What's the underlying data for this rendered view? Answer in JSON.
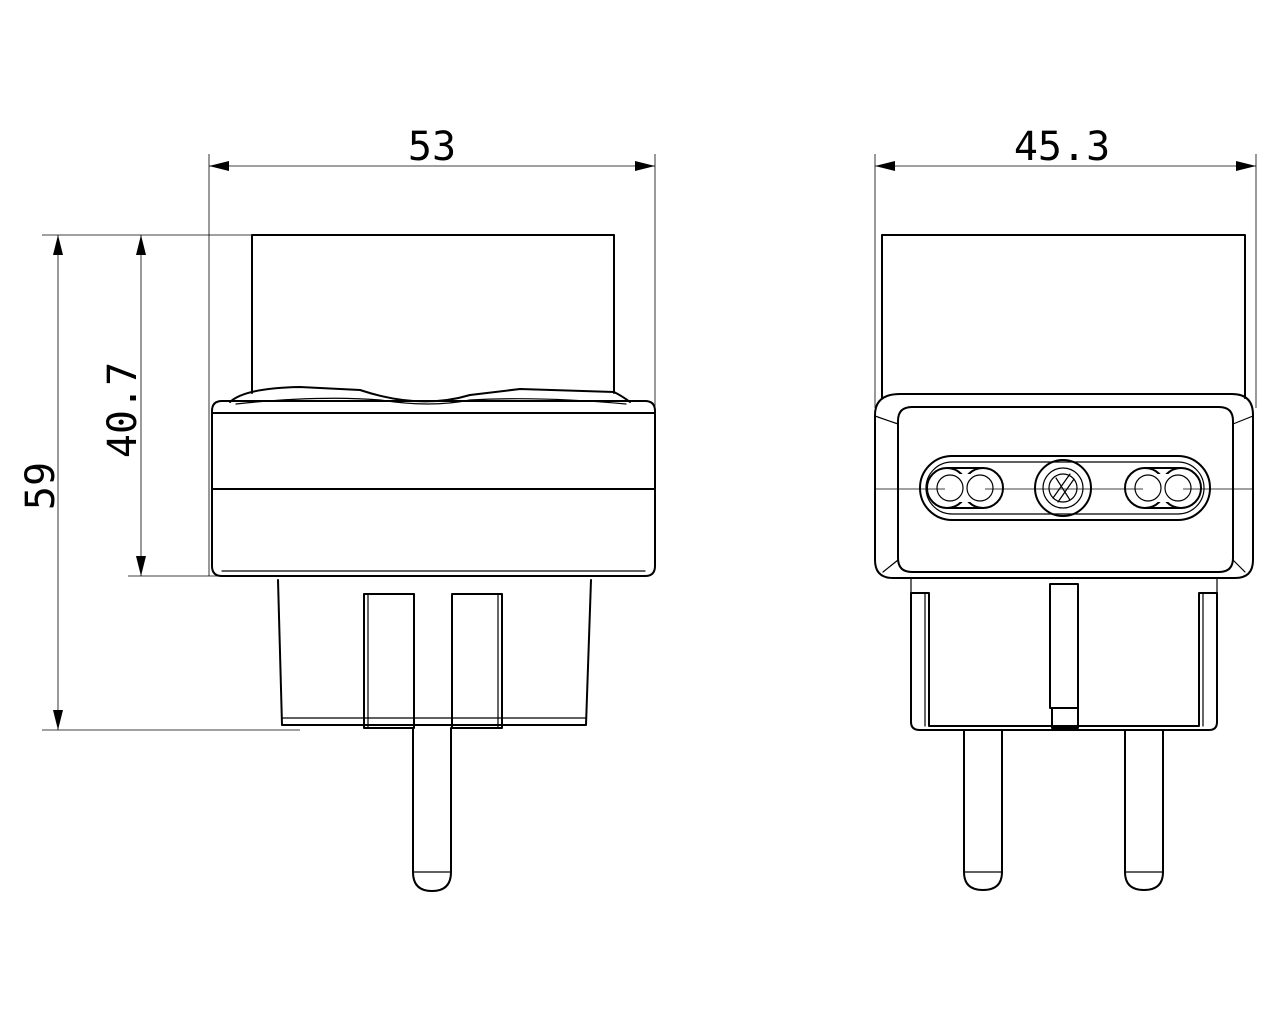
{
  "dimensions": {
    "side_width": "53",
    "front_width": "45.3",
    "total_height": "59",
    "body_height": "40.7"
  }
}
